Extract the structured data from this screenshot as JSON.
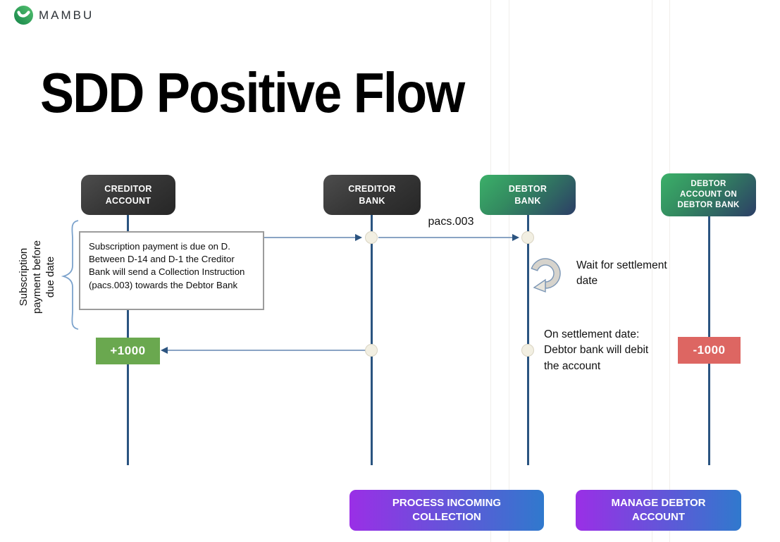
{
  "brand": {
    "name": "MAMBU"
  },
  "title": "SDD Positive Flow",
  "lanes": [
    {
      "label": "CREDITOR ACCOUNT",
      "style": "dark"
    },
    {
      "label": "CREDITOR BANK",
      "style": "dark"
    },
    {
      "label": "DEBTOR BANK",
      "style": "green"
    },
    {
      "label": "DEBTOR ACCOUNT ON DEBTOR BANK",
      "style": "green"
    }
  ],
  "phase": {
    "label": "Subscription payment before due date"
  },
  "note": {
    "text": "Subscription payment is due on D. Between D-14 and D-1 the Creditor Bank will send a Collection Instruction (pacs.003) towards the Debtor Bank"
  },
  "messages": {
    "pacs": "pacs.003",
    "wait": "Wait for settlement date",
    "settlement": "On settlement date: Debtor bank will debit the account",
    "credit_amount": "+1000",
    "debit_amount": "-1000"
  },
  "actions": [
    {
      "label": "PROCESS INCOMING COLLECTION"
    },
    {
      "label": "MANAGE DEBTOR ACCOUNT"
    }
  ],
  "colors": {
    "lane_dark": "#383838",
    "lane_green_start": "#3bb069",
    "lane_green_end": "#2c3e66",
    "lifeline": "#2a5480",
    "arrow_line": "#8aa4c4",
    "arrow_head": "#2c5480",
    "credit_badge": "#6aa84f",
    "debit_badge": "#dd6662",
    "action_gradient_start": "#9a2fe6",
    "action_gradient_end": "#3079cd",
    "logo_green": "#2ba45a"
  }
}
